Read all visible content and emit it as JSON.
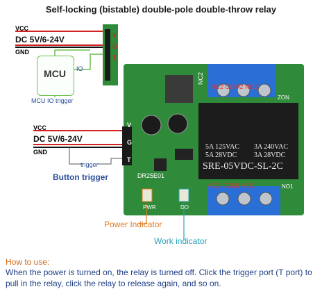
{
  "title": "Self-locking (bistable) double-pole double-throw relay",
  "top_wiring": {
    "vcc": "VCC",
    "dc": "DC 5V/6-24V",
    "gnd": "GND",
    "io": "IO",
    "mcu": "MCU",
    "mcu_label": "MCU IO trigger",
    "pins": [
      "V",
      "G",
      "T"
    ]
  },
  "mid_wiring": {
    "vcc": "VCC",
    "dc": "DC 5V/6-24V",
    "gnd": "GND",
    "trigger": "trigger",
    "button_label": "Button trigger",
    "pins": [
      "V",
      "G",
      "T"
    ]
  },
  "board": {
    "nc2": "NC2",
    "no2_row": "NC2 COM2 NO2",
    "zon": "ZON",
    "model": "DR25E01",
    "nc1_row": "NC1 COM1 NO1",
    "no1": "NO1",
    "pwr": "PWR",
    "do": "DO",
    "relay": {
      "line1a": "5A  125VAC",
      "line1b": "3A  240VAC",
      "line2a": "5A  28VDC",
      "line2b": "3A  28VDC",
      "model": "SRE-05VDC-SL-2C"
    }
  },
  "indicators": {
    "power": "Power Indicator",
    "work": "Work indicator"
  },
  "how_to_use": {
    "heading": "How to use:",
    "body": "When the power is turned on, the relay is turned off. Click the trigger port (T port) to pull in the relay, click the relay to release again, and so on."
  },
  "colors": {
    "pcb": "#2f8a3a",
    "terminal": "#2a6fd6",
    "relay": "#1c1c1c",
    "red_wire": "#d32222",
    "green_line": "#6bbf4e",
    "orange": "#e07a20",
    "teal": "#2aa1b8"
  }
}
